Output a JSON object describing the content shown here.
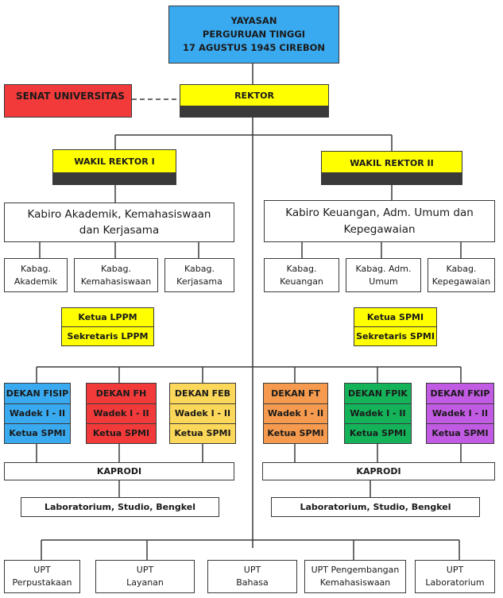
{
  "top": {
    "foundation": "YAYASAN\nPERGURUAN TINGGI\n17 AGUSTUS 1945 CIREBON"
  },
  "senat": "SENAT UNIVERSITAS",
  "rektor": "REKTOR",
  "wakil_rektor": [
    "WAKIL REKTOR I",
    "WAKIL REKTOR II"
  ],
  "kabiro": [
    "Kabiro Akademik, Kemahasiswaan\ndan Kerjasama",
    "Kabiro Keuangan, Adm. Umum dan\nKepegawaian"
  ],
  "kabag": [
    "Kabag.\nAkademik",
    "Kabag.\nKemahasiswaan",
    "Kabag.\nKerjasama",
    "Kabag.\nKeuangan",
    "Kabag. Adm.\nUmum",
    "Kabag.\nKepegawaian"
  ],
  "lppm": {
    "ketua": "Ketua LPPM",
    "sekretaris": "Sekretaris  LPPM"
  },
  "spmi": {
    "ketua": "Ketua SPMI",
    "sekretaris": "Sekretaris SPMI"
  },
  "faculties": [
    {
      "dekan": "DEKAN FISIP",
      "wadek": "Wadek I - II",
      "ketua": "Ketua SPMI",
      "color": "#3aaaf0"
    },
    {
      "dekan": "DEKAN FH",
      "wadek": "Wadek I - II",
      "ketua": "Ketua SPMI",
      "color": "#f23a3a"
    },
    {
      "dekan": "DEKAN FEB",
      "wadek": "Wadek I - II",
      "ketua": "Ketua SPMI",
      "color": "#fcd85a"
    },
    {
      "dekan": "DEKAN FT",
      "wadek": "Wadek I - II",
      "ketua": "Ketua SPMI",
      "color": "#f59a4e"
    },
    {
      "dekan": "DEKAN FPIK",
      "wadek": "Wadek I - II",
      "ketua": "Ketua SPMI",
      "color": "#14b35a"
    },
    {
      "dekan": "DEKAN FKIP",
      "wadek": "Wadek  I - II",
      "ketua": "Ketua SPMI",
      "color": "#c25be3"
    }
  ],
  "kaprodi": [
    "KAPRODI",
    "KAPRODI"
  ],
  "lab": [
    "Laboratorium, Studio, Bengkel",
    "Laboratorium, Studio, Bengkel"
  ],
  "upt": [
    "UPT\nPerpustakaan",
    "UPT\nLayanan",
    "UPT\nBahasa",
    "UPT Pengembangan\nKemahasiswaan",
    "UPT\nLaboratorium"
  ],
  "colors": {
    "foundation": "#3aaaf0",
    "senat": "#f23a3a",
    "yellow": "#ffff00",
    "band": "#3a3a3a"
  }
}
